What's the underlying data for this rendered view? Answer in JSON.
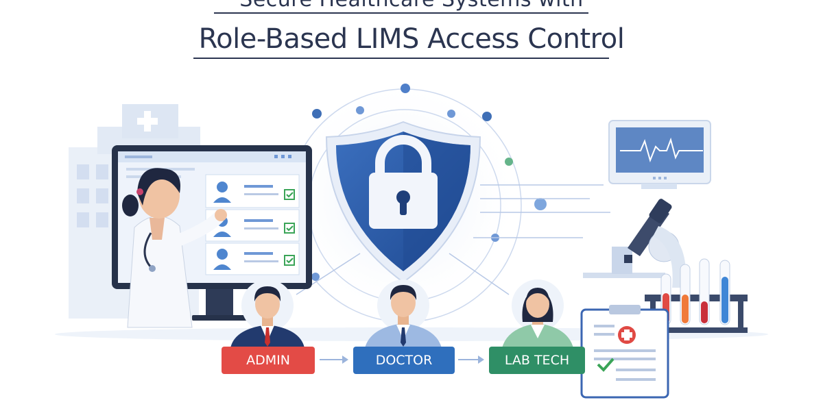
{
  "title": {
    "line1": "Secure Healthcare Systems with",
    "line2": "Role-Based LIMS Access Control"
  },
  "roles": {
    "admin": "ADMIN",
    "doctor": "DOCTOR",
    "lab_tech": "LAB TECH"
  },
  "colors": {
    "title_text": "#2b3550",
    "admin": "#e34b46",
    "doctor": "#2f6fbd",
    "lab_tech": "#2f8f66",
    "shield": "#2d5aa6",
    "accent_light": "#dce8f7",
    "check": "#3aa457"
  },
  "icons": {
    "shield": "shield-lock-icon",
    "monitor": "heartbeat-monitor-icon",
    "microscope": "microscope-icon",
    "clipboard": "medical-clipboard-icon",
    "hospital": "hospital-building-icon"
  }
}
